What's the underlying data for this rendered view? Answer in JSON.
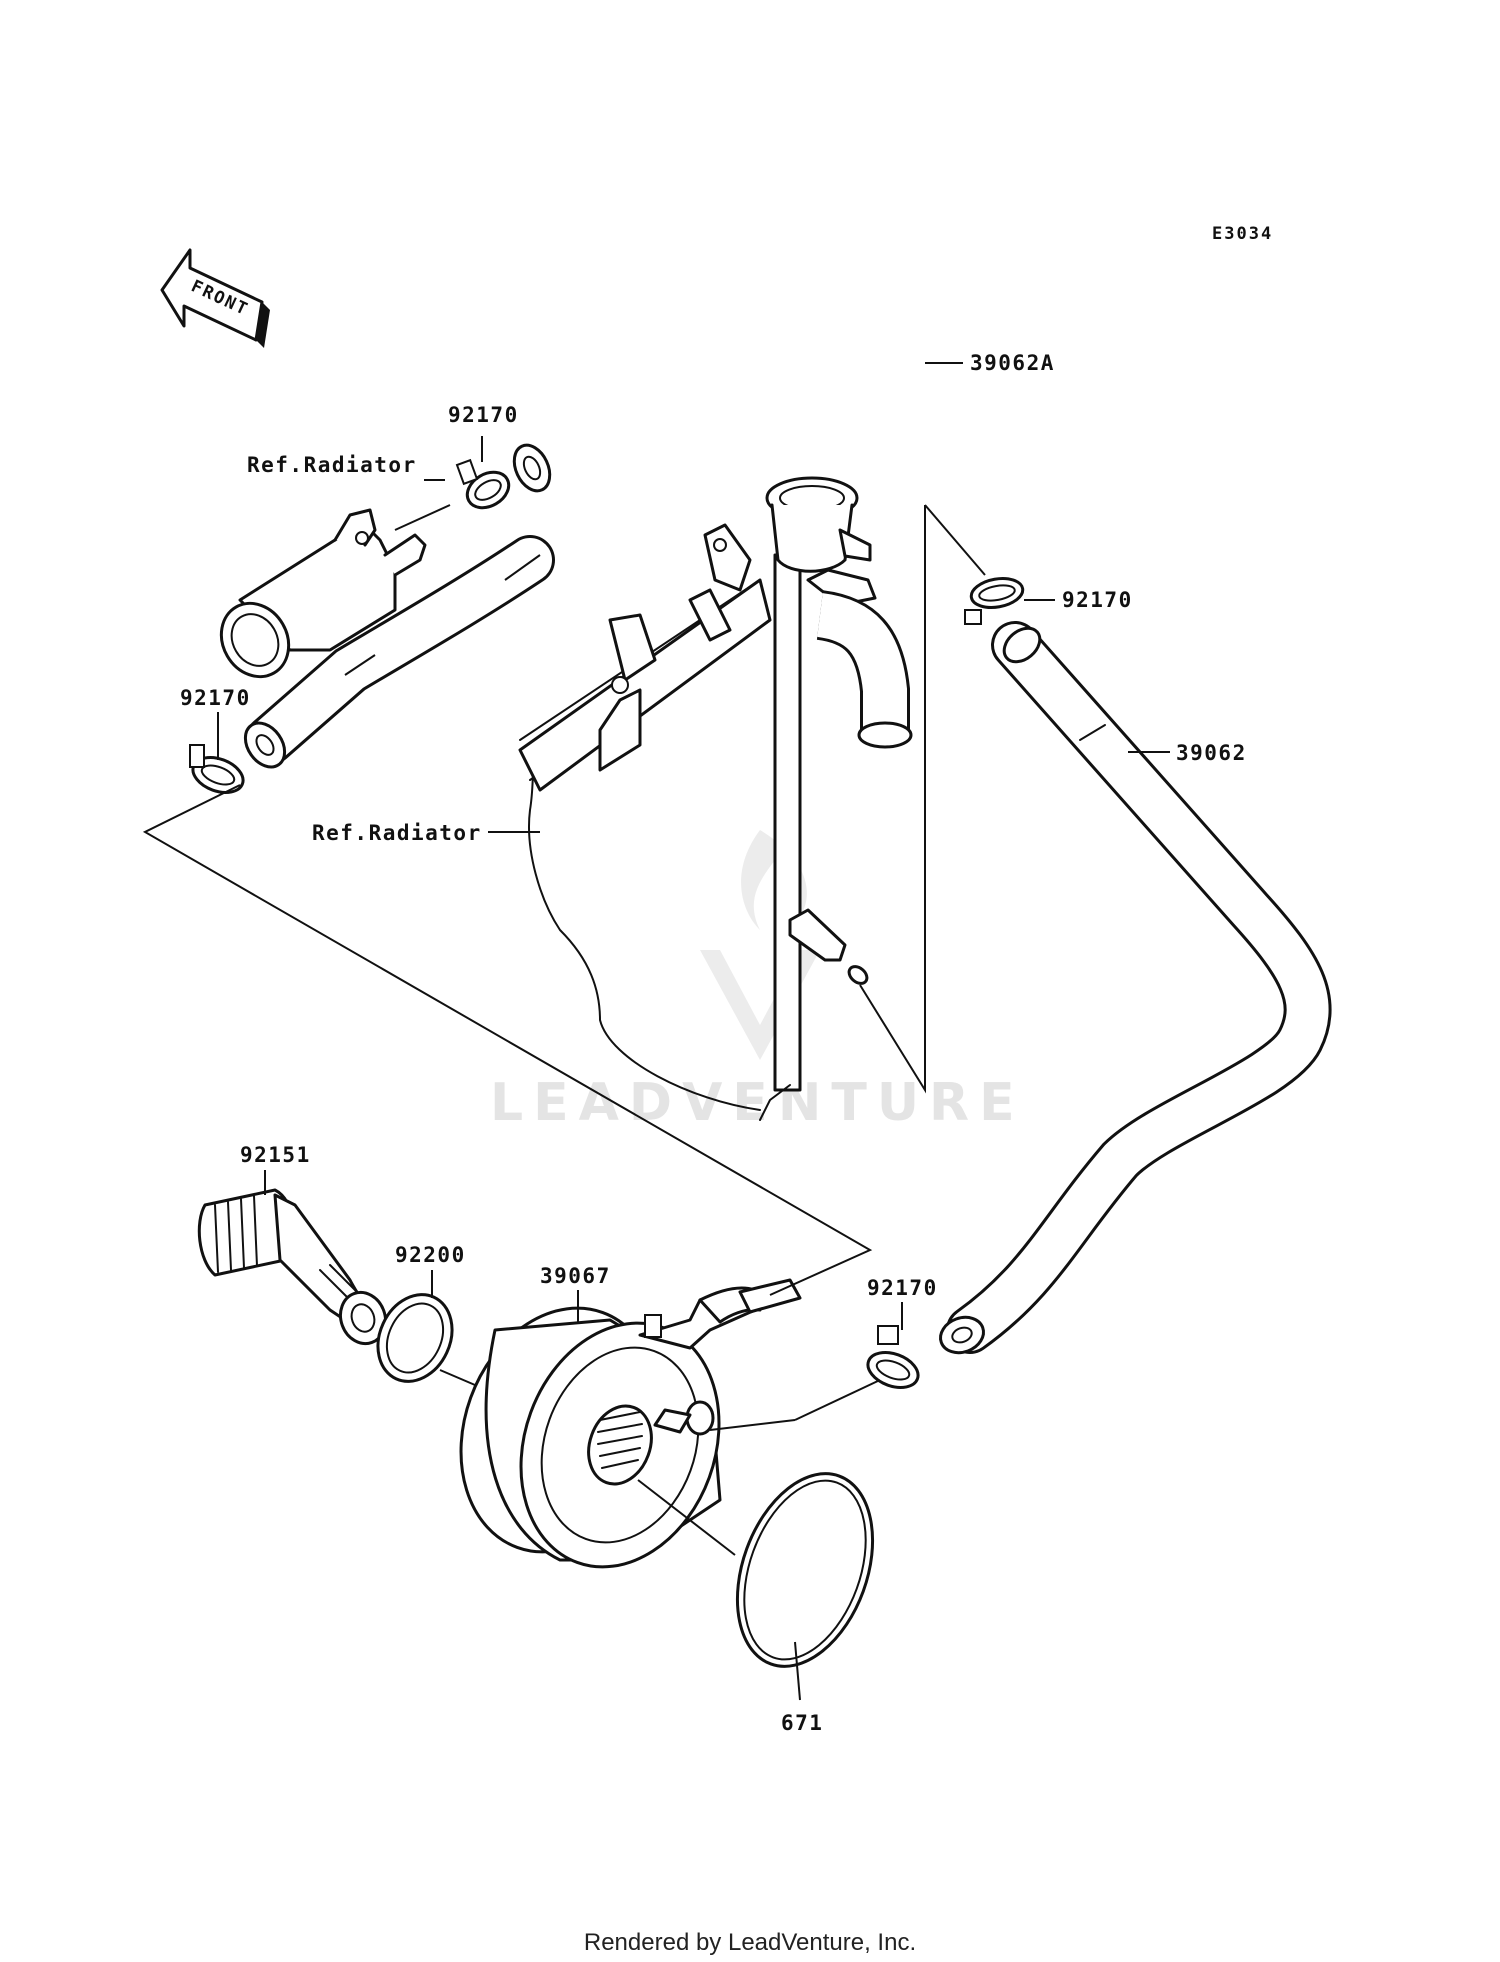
{
  "diagram": {
    "code": "E3034",
    "front_label": "FRONT",
    "watermark": "LEADVENTURE",
    "footer": "Rendered by LeadVenture, Inc.",
    "labels": {
      "hose_upper": "39062A",
      "clamp_top_left": "92170",
      "ref_radiator_top": "Ref.Radiator",
      "clamp_top_right": "92170",
      "hose_right": "39062",
      "clamp_left": "92170",
      "ref_radiator_mid": "Ref.Radiator",
      "bolt": "92151",
      "gasket": "92200",
      "oil_cooler": "39067",
      "clamp_bottom": "92170",
      "o_ring": "671"
    }
  }
}
